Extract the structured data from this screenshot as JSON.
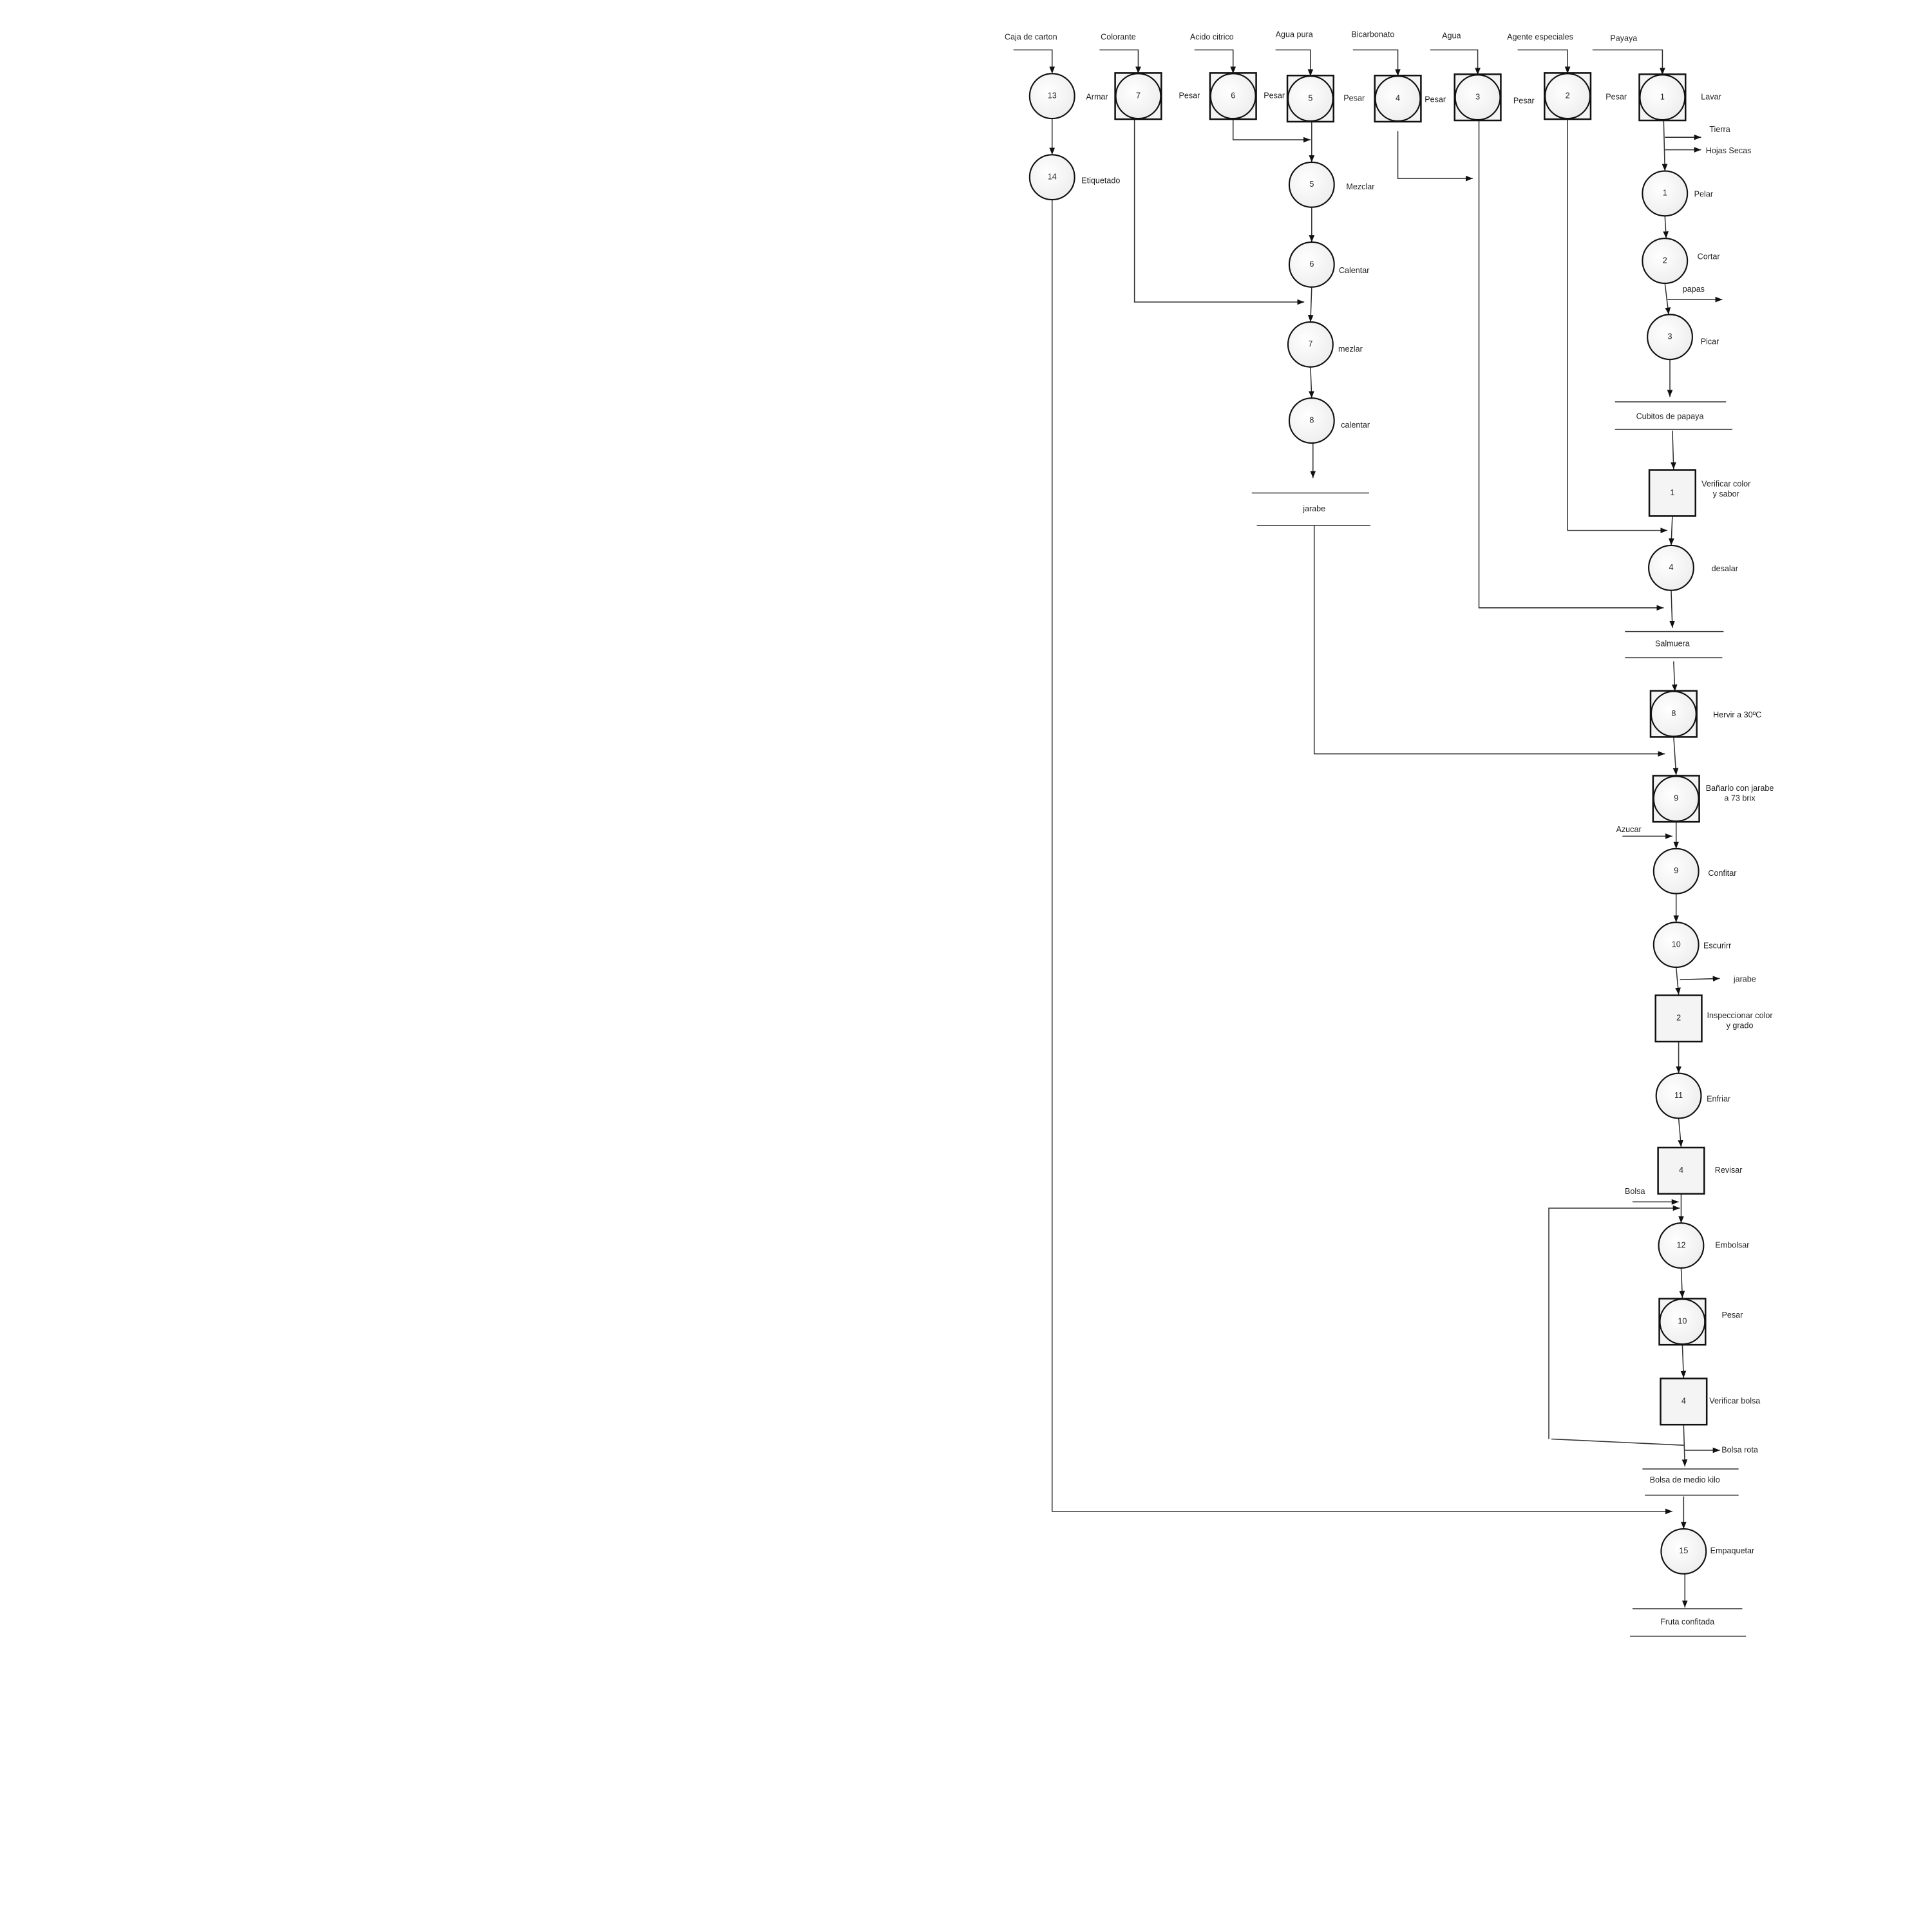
{
  "inputs": [
    "Caja de carton",
    "Colorante",
    "Acido citrico",
    "Agua pura",
    "Bicarbonato",
    "Agua",
    "Agente especiales",
    "Payaya",
    "Azucar",
    "Bolsa"
  ],
  "nodes": [
    {
      "n": "13",
      "label": "Armar"
    },
    {
      "n": "7",
      "label": "Pesar"
    },
    {
      "n": "6",
      "label": "Pesar"
    },
    {
      "n": "5",
      "label": "Pesar"
    },
    {
      "n": "4",
      "label": "Pesar"
    },
    {
      "n": "3",
      "label": "Pesar"
    },
    {
      "n": "2",
      "label": "Pesar"
    },
    {
      "n": "1",
      "label": "Lavar"
    },
    {
      "n": "14",
      "label": "Etiquetado"
    },
    {
      "n": "5",
      "label": "Mezclar"
    },
    {
      "n": "6",
      "label": "Calentar"
    },
    {
      "n": "7",
      "label": "mezlar"
    },
    {
      "n": "8",
      "label": "calentar"
    },
    {
      "n": "1",
      "label": "Pelar"
    },
    {
      "n": "2",
      "label": "Cortar"
    },
    {
      "n": "3",
      "label": "Picar"
    },
    {
      "n": "1",
      "label": "Verificar color",
      "label2": "y sabor"
    },
    {
      "n": "4",
      "label": "desalar"
    },
    {
      "n": "8",
      "label": "Hervir a 30ºC"
    },
    {
      "n": "9",
      "label": "Bañarlo con jarabe",
      "label2": "a 73 brix"
    },
    {
      "n": "9",
      "label": "Confitar"
    },
    {
      "n": "10",
      "label": "Escurirr"
    },
    {
      "n": "2",
      "label": "Inspeccionar color",
      "label2": "y grado"
    },
    {
      "n": "11",
      "label": "Enfriar"
    },
    {
      "n": "4",
      "label": "Revisar"
    },
    {
      "n": "12",
      "label": "Embolsar"
    },
    {
      "n": "10",
      "label": "Pesar"
    },
    {
      "n": "4",
      "label": "Verificar bolsa"
    },
    {
      "n": "15",
      "label": "Empaquetar"
    }
  ],
  "outputs": [
    "Tierra",
    "Hojas Secas",
    "papas",
    "jarabe",
    "Bolsa rota"
  ],
  "storage": [
    "jarabe",
    "Cubitos de papaya",
    "Salmuera",
    "Bolsa de medio kilo",
    "Fruta confitada"
  ]
}
